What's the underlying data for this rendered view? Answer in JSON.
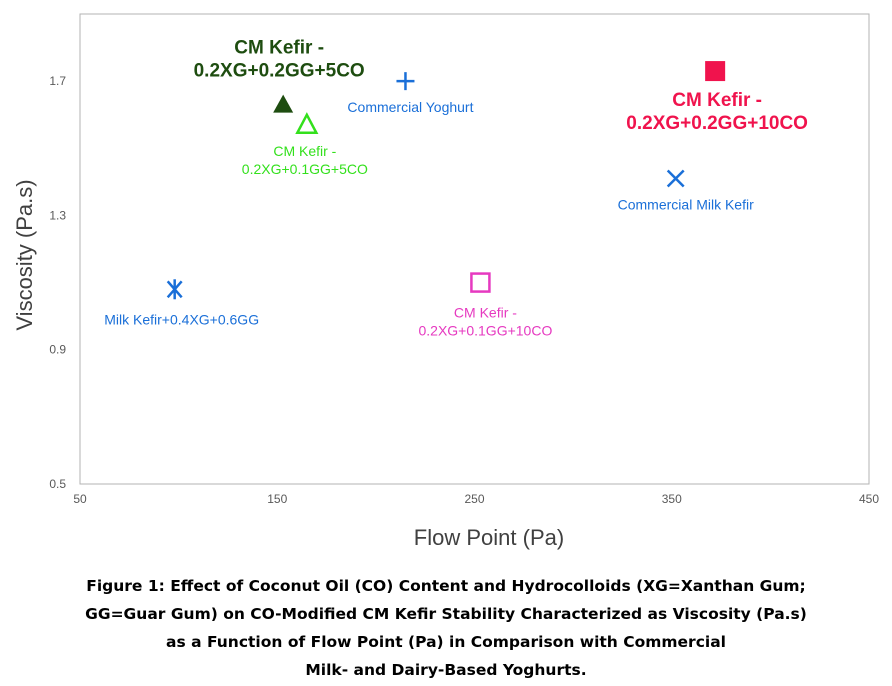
{
  "chart_data": {
    "type": "scatter",
    "xlabel": "Flow Point (Pa)",
    "ylabel": "Viscosity (Pa.s)",
    "xlim": [
      50,
      450
    ],
    "ylim": [
      0.5,
      1.9
    ],
    "xticks": [
      "50",
      "150",
      "250",
      "350",
      "450"
    ],
    "yticks": [
      "0.5",
      "0.9",
      "1.3",
      "1.7"
    ],
    "grid": false,
    "legend": "none",
    "points": [
      {
        "label_lines": [
          "CM Kefir -",
          "0.2XG+0.2GG+5CO"
        ],
        "x": 153,
        "y": 1.63,
        "marker": "triangle-filled",
        "color": "#1e4d10",
        "label_color": "#1e4d10",
        "label_bold": true
      },
      {
        "label_lines": [
          "CM Kefir -",
          "0.2XG+0.1GG+5CO"
        ],
        "x": 165,
        "y": 1.57,
        "marker": "triangle-open",
        "color": "#33e01c",
        "label_color": "#33e01c",
        "label_bold": false
      },
      {
        "label_lines": [
          "Commercial Yoghurt"
        ],
        "x": 215,
        "y": 1.7,
        "marker": "plus",
        "color": "#1a6fd8",
        "label_color": "#1a6fd8",
        "label_bold": false
      },
      {
        "label_lines": [
          "CM Kefir -",
          "0.2XG+0.2GG+10CO"
        ],
        "x": 372,
        "y": 1.73,
        "marker": "square-filled",
        "color": "#f0134d",
        "label_color": "#f0134d",
        "label_bold": true
      },
      {
        "label_lines": [
          "Commercial Milk Kefir"
        ],
        "x": 352,
        "y": 1.41,
        "marker": "x",
        "color": "#1a6fd8",
        "label_color": "#1a6fd8",
        "label_bold": false
      },
      {
        "label_lines": [
          "Milk Kefir+0.4XG+0.6GG"
        ],
        "x": 98,
        "y": 1.08,
        "marker": "asterisk",
        "color": "#1a6fd8",
        "label_color": "#1a6fd8",
        "label_bold": false
      },
      {
        "label_lines": [
          "CM Kefir -",
          "0.2XG+0.1GG+10CO"
        ],
        "x": 253,
        "y": 1.1,
        "marker": "square-open",
        "color": "#e639c0",
        "label_color": "#e639c0",
        "label_bold": false
      }
    ]
  },
  "caption": {
    "lines": [
      "Figure 1: Effect of Coconut Oil (CO) Content and Hydrocolloids (XG=Xanthan Gum;",
      "GG=Guar Gum) on CO-Modified CM Kefir Stability Characterized as Viscosity (Pa.s)",
      "as a Function of Flow Point (Pa) in Comparison with Commercial",
      "Milk- and Dairy-Based Yoghurts."
    ]
  }
}
